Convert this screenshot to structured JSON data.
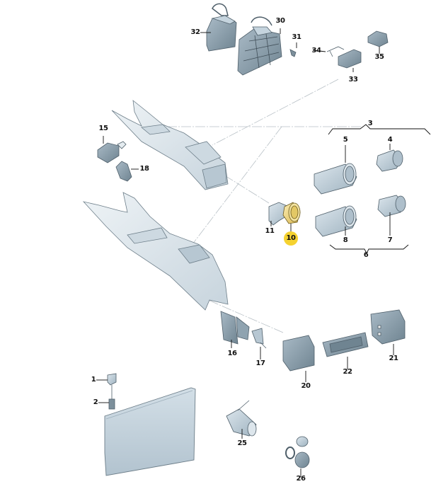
{
  "diagram": {
    "type": "exploded parts diagram",
    "subject": "Center console and accessories",
    "highlighted_part": "10",
    "colors": {
      "part_fill": "#c5d4de",
      "part_dark": "#8fa3b0",
      "part_console": "#dfe7ed",
      "outline": "#5a6a75",
      "highlight": "#f5d230",
      "highlight_part": "#f0dc90",
      "leader_line": "#222222",
      "dash_line": "#b8c0c6"
    },
    "labels": {
      "p1": "1",
      "p2": "2",
      "p3": "3",
      "p4": "4",
      "p5": "5",
      "p6": "6",
      "p7": "7",
      "p8": "8",
      "p10": "10",
      "p11": "11",
      "p15": "15",
      "p16": "16",
      "p17": "17",
      "p18": "18",
      "p20": "20",
      "p21": "21",
      "p22": "22",
      "p25": "25",
      "p26": "26",
      "p30": "30",
      "p31": "31",
      "p32": "32",
      "p33": "33",
      "p34": "34",
      "p35": "35"
    }
  }
}
